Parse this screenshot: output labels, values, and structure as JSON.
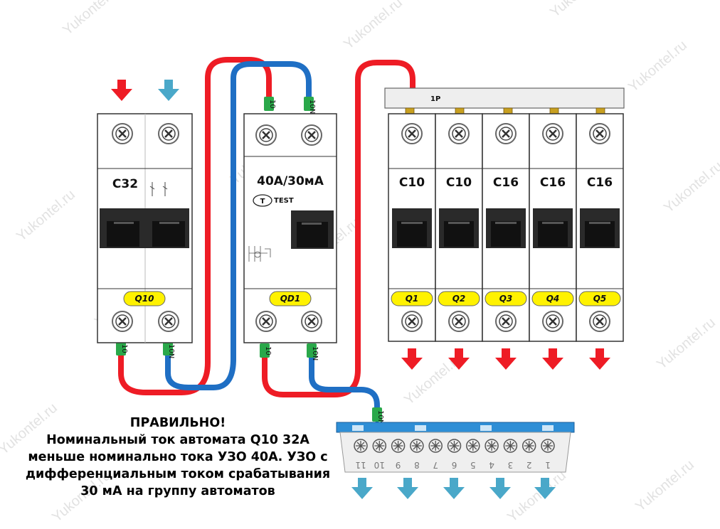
{
  "watermark": "Yukontel.ru",
  "main_breaker": {
    "rating": "C32",
    "tag": "Q10",
    "wire_in": "10",
    "wire_n": "10N"
  },
  "rcd": {
    "rating": "40A/30мА",
    "tag": "QD1",
    "test_symbol": "T",
    "test_label": "TEST",
    "wire_top_l": "10",
    "wire_top_n": "10N",
    "wire_bot_l": "10",
    "wire_bot_n": "10N"
  },
  "busbar_label": "1P",
  "breakers": [
    {
      "rating": "C10",
      "tag": "Q1"
    },
    {
      "rating": "C10",
      "tag": "Q2"
    },
    {
      "rating": "C16",
      "tag": "Q3"
    },
    {
      "rating": "C16",
      "tag": "Q4"
    },
    {
      "rating": "C16",
      "tag": "Q5"
    }
  ],
  "neutral_bus": {
    "wire": "10N",
    "numbers": [
      "11",
      "10",
      "9",
      "8",
      "7",
      "6",
      "5",
      "4",
      "3",
      "2",
      "1"
    ]
  },
  "caption": {
    "line1": "ПРАВИЛЬНО!",
    "line2": "Номинальный ток автомата Q10 32А",
    "line3": "меньше номинально тока УЗО 40А. УЗО с",
    "line4": "дифференциальным током срабатывания",
    "line5": "30 мА на группу автоматов"
  },
  "colors": {
    "phase": "#ee1c25",
    "neutral": "#1f6fc4",
    "arrow_neutral": "#4aa8c9",
    "tag": "#fff200",
    "bus_blue": "#2e8ed6",
    "wire_marker": "#2aa84a"
  }
}
